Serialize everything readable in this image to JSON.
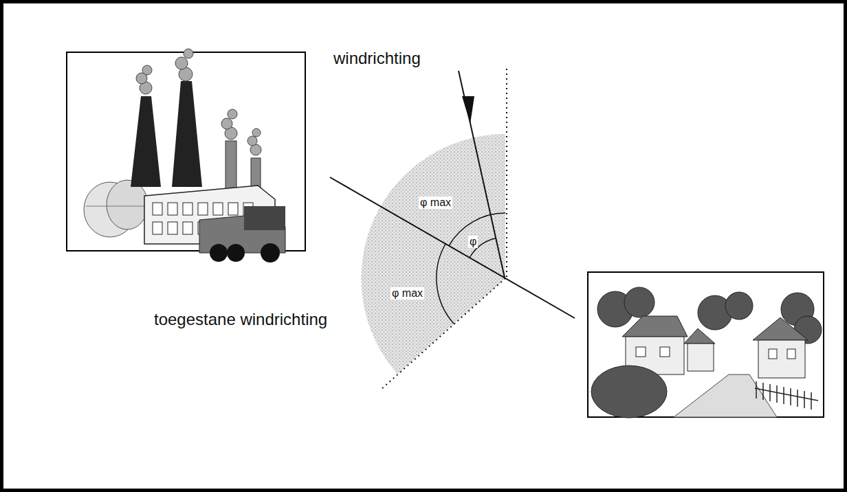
{
  "diagram": {
    "labels": [
      "windrichting",
      "φ max",
      "φ",
      "φ max",
      "toegestane windrichting"
    ]
  }
}
